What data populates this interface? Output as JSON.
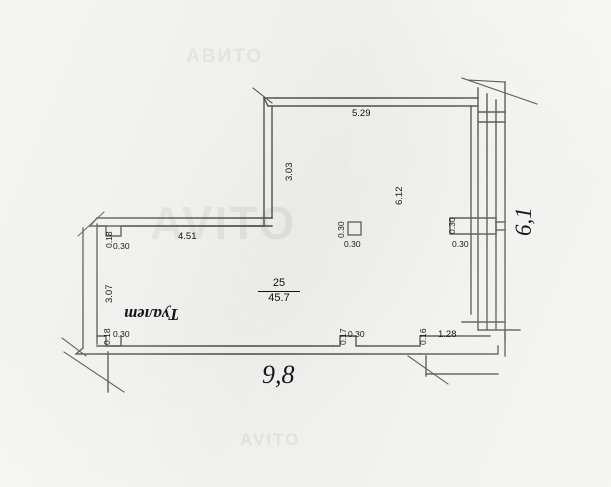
{
  "document": {
    "kind": "floor-plan-scan",
    "orientation": "landscape"
  },
  "room": {
    "number": "25",
    "area": "45.7"
  },
  "handwritten": {
    "bottom_overall": "9,8",
    "right_overall": "6,1",
    "toilet_label": "Туалет"
  },
  "dimensions": {
    "top_wall": "5.29",
    "niche_vertical": "3.03",
    "niche_horizontal": "4.51",
    "interior_vertical": "6.12",
    "left_lower_vertical": "3.07",
    "column_width": "0.30",
    "column_height": "0.30",
    "right_pier_width": "0.30",
    "right_pier_height": "0.30",
    "upper_left_door_depth": "0.18",
    "upper_left_door_width": "0.30",
    "lower_left_door_depth": "0.18",
    "lower_left_door_width": "0.30",
    "bottom_door_depth": "0.17",
    "bottom_door_width": "0.30",
    "bottom_right_offset": "0.16",
    "bottom_right_run": "1.28"
  },
  "watermark": {
    "line1": "АВИТО",
    "line2": "AVITO",
    "line3": "AVITO"
  },
  "colors": {
    "ink": "#111111",
    "paper": "#f4f4f2",
    "watermark": "#787878"
  }
}
